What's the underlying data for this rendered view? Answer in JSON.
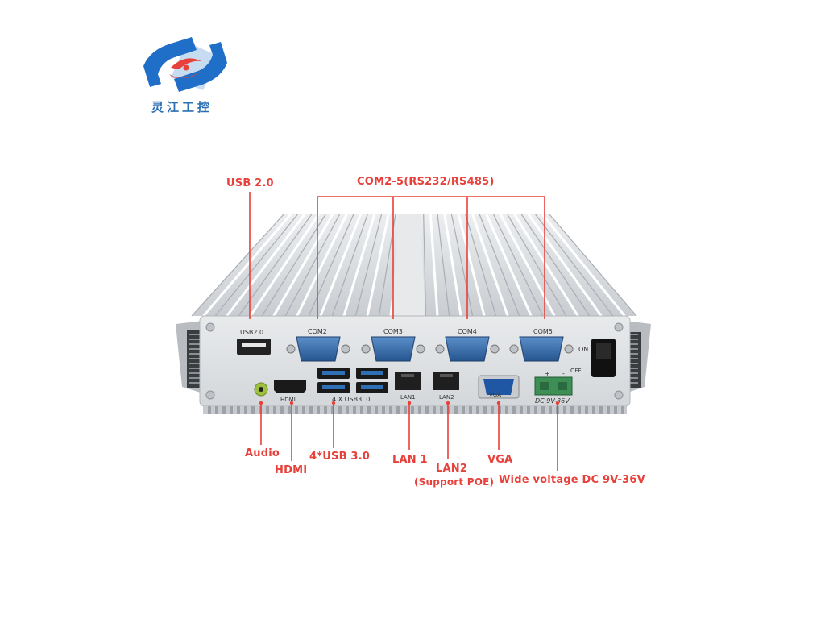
{
  "logo": {
    "brand_text": "灵江工控",
    "colors": {
      "blue": "#1f6fc9",
      "red": "#e8403a"
    }
  },
  "callouts": {
    "usb2": "USB 2.0",
    "com": "COM2-5(RS232/RS485)",
    "audio": "Audio",
    "hdmi": "HDMI",
    "usb3": "4*USB 3.0",
    "lan1": "LAN 1",
    "lan2": "LAN2",
    "lan2_note": "(Support POE)",
    "vga": "VGA",
    "dc": "Wide voltage DC 9V-36V"
  },
  "panel_silkscreen": {
    "usb2": "USB2.0",
    "com2": "COM2",
    "com3": "COM3",
    "com4": "COM4",
    "com5": "COM5",
    "on": "ON",
    "off": "OFF",
    "hdmi": "HDMI",
    "usb3": "4 X USB3. 0",
    "lan1": "LAN1",
    "lan2": "LAN2",
    "vga": "VGA",
    "dc": "DC 9V-36V",
    "plus": "+",
    "minus": "-"
  },
  "colors": {
    "callout_red": "#e8403a",
    "chassis": "#d9dcdf",
    "port_blue": "#2e6fb6",
    "terminal_green": "#3d8f55"
  }
}
